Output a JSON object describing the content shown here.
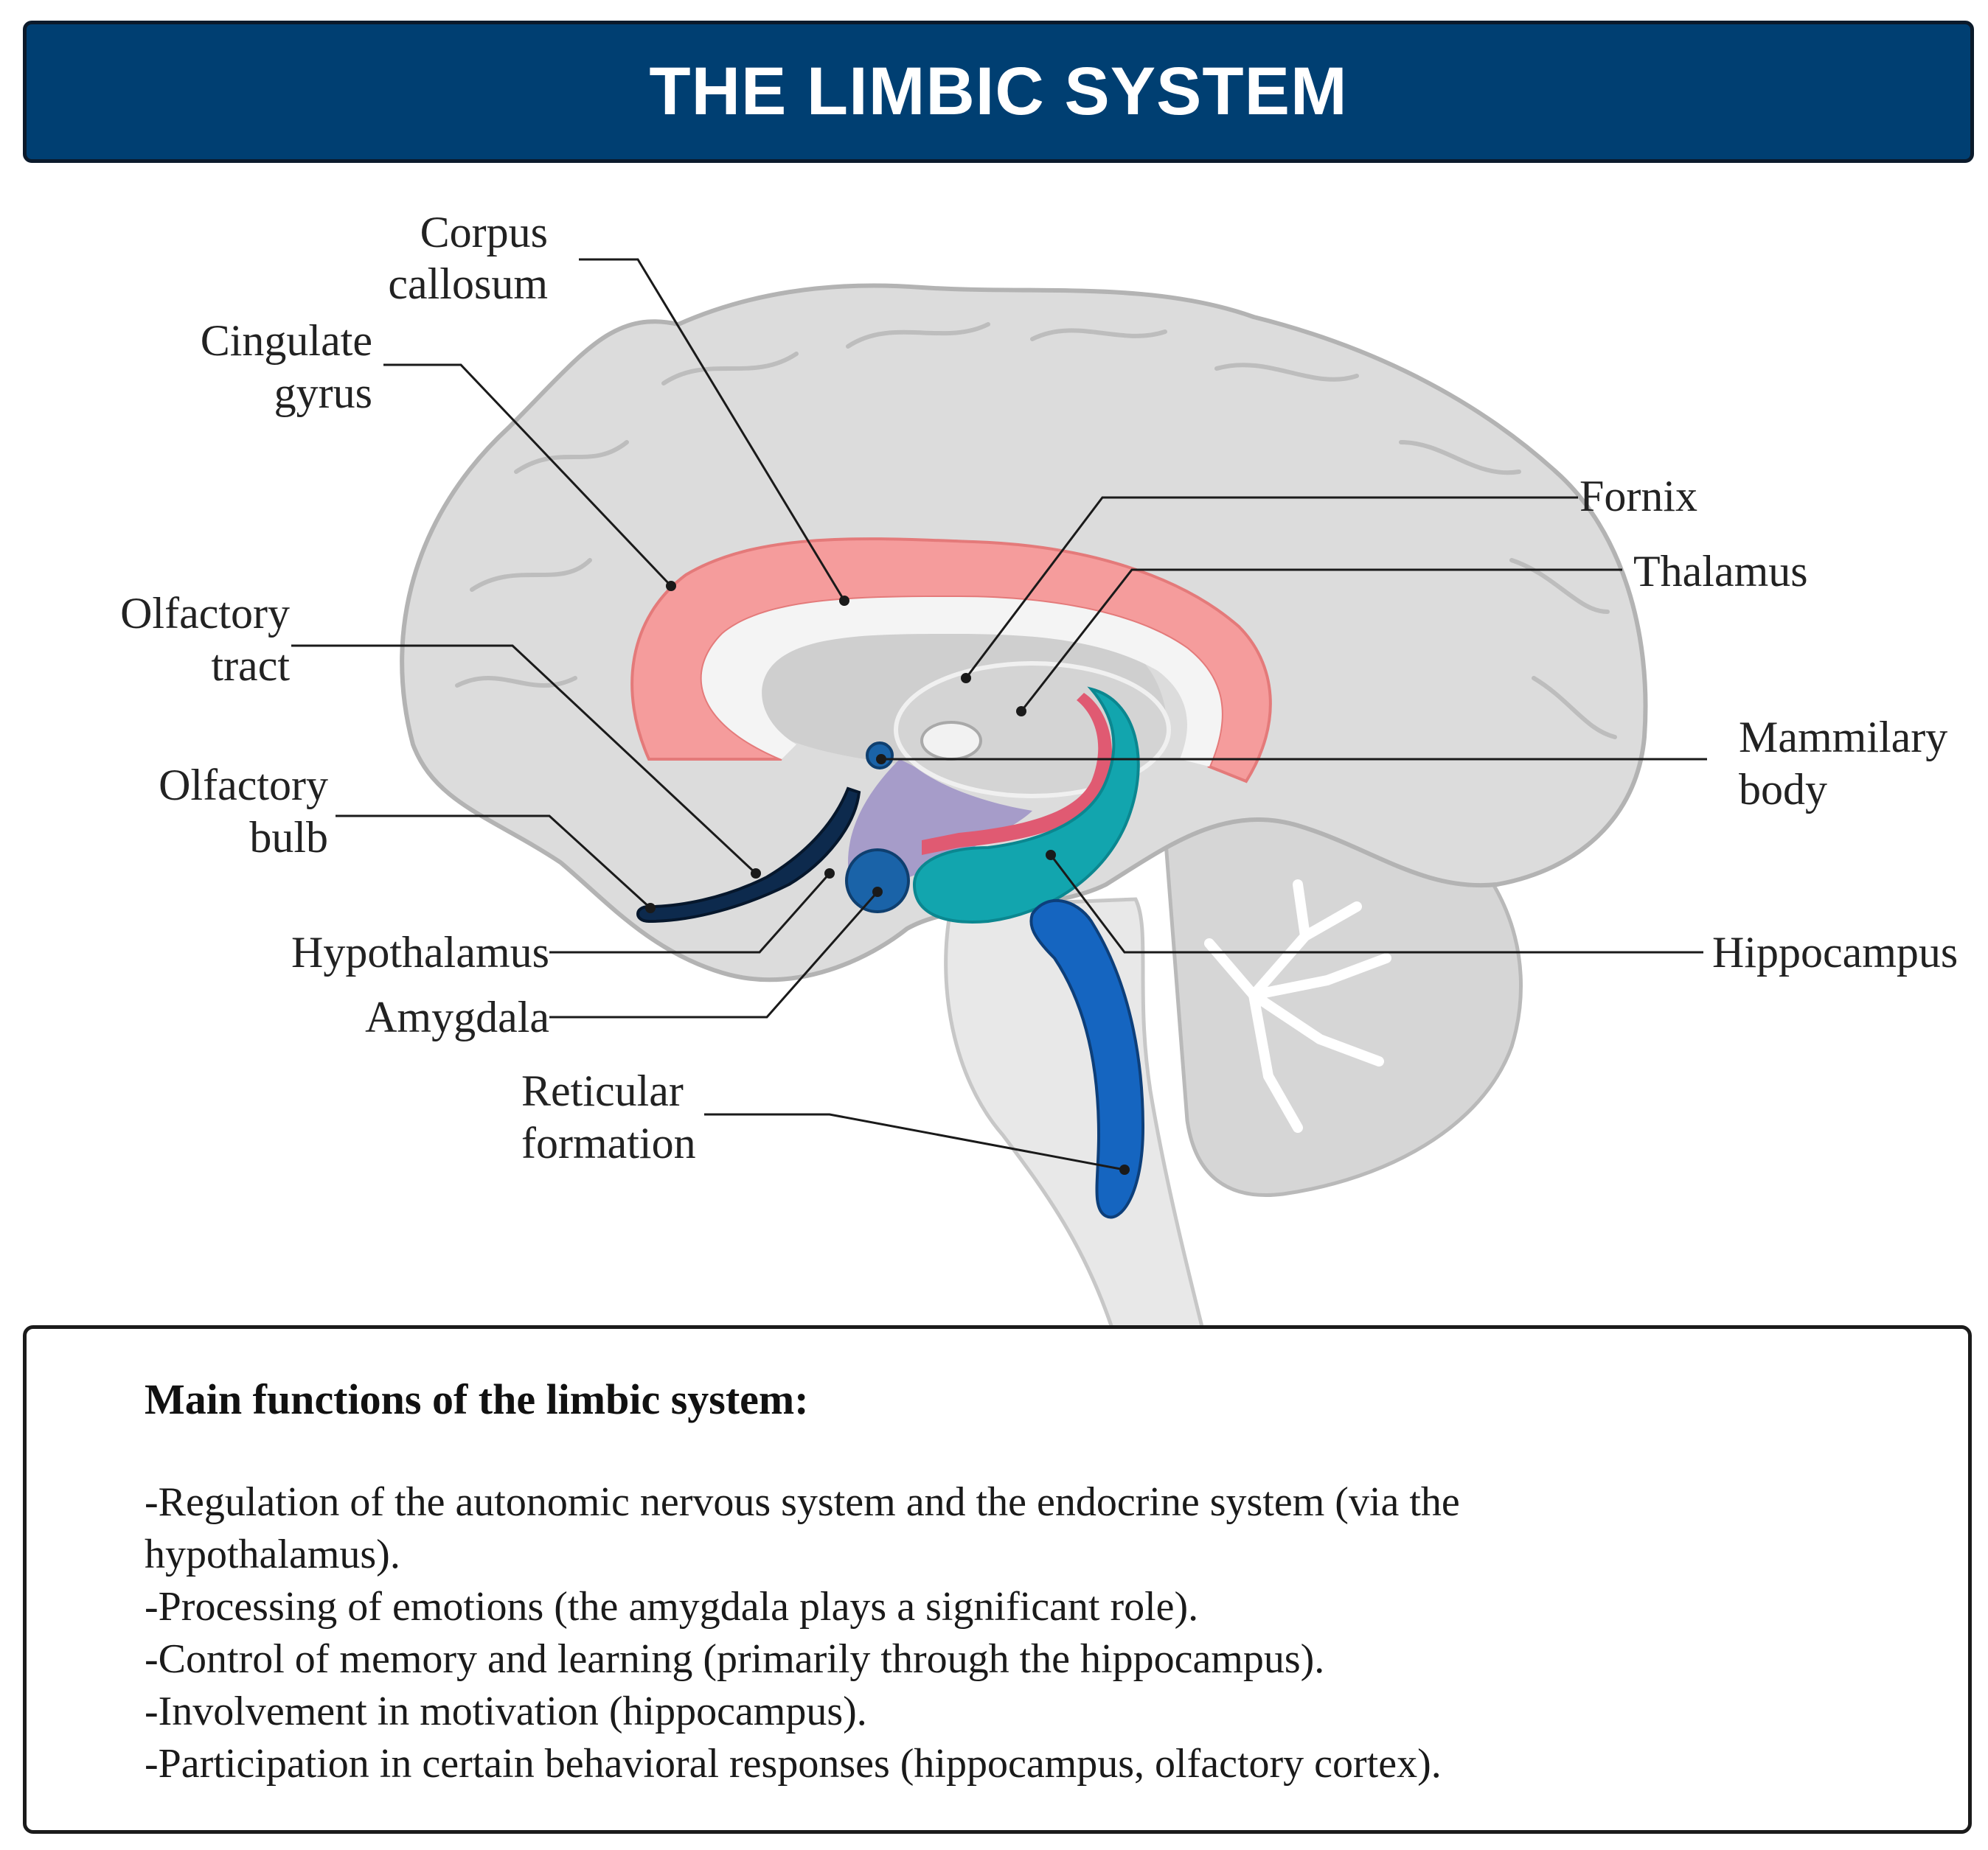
{
  "title": "THE LIMBIC SYSTEM",
  "labels": {
    "corpus_callosum": [
      "Corpus",
      "callosum"
    ],
    "cingulate_gyrus": [
      "Cingulate",
      "gyrus"
    ],
    "olfactory_tract": [
      "Olfactory",
      "tract"
    ],
    "olfactory_bulb": [
      "Olfactory",
      "bulb"
    ],
    "hypothalamus": "Hypothalamus",
    "amygdala": "Amygdala",
    "reticular_formation": [
      "Reticular",
      "formation"
    ],
    "fornix": "Fornix",
    "thalamus": "Thalamus",
    "mammilary_body": [
      "Mammilary",
      "body"
    ],
    "hippocampus": "Hippocampus"
  },
  "colors": {
    "title_bar": "#003f72",
    "brain": "#dcdcdc",
    "cingulate_gyrus": "#f59c9c",
    "corpus_callosum": "#f2f2f2",
    "hippocampus": "#12a5ae",
    "fornix": "#e05a72",
    "hypothalamus": "#a69cc9",
    "amygdala": "#1a63a8",
    "reticular_formation": "#1565c0",
    "olfactory": "#0d2a4d"
  },
  "info": {
    "heading": "Main functions of the limbic system:",
    "items": [
      "-Regulation of the autonomic nervous system and the endocrine system (via the hypothalamus).",
      "-Processing of emotions (the amygdala plays a significant role).",
      "-Control of memory and learning (primarily through the hippocampus).",
      "-Involvement in motivation (hippocampus).",
      "-Participation in certain behavioral responses (hippocampus, olfactory cortex)."
    ]
  }
}
